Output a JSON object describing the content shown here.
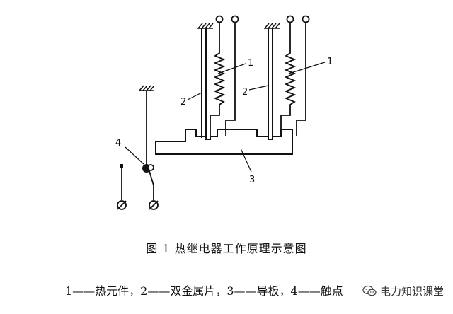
{
  "labels": {
    "heating_element": "1",
    "bimetal_strip": "2",
    "guide_plate": "3",
    "contact": "4"
  },
  "caption": "图 1  热继电器工作原理示意图",
  "legend": "1——热元件，2——双金属片，3——导板，4——触点",
  "watermark": {
    "text": "电力知识课堂",
    "icon": "wechat-icon"
  }
}
